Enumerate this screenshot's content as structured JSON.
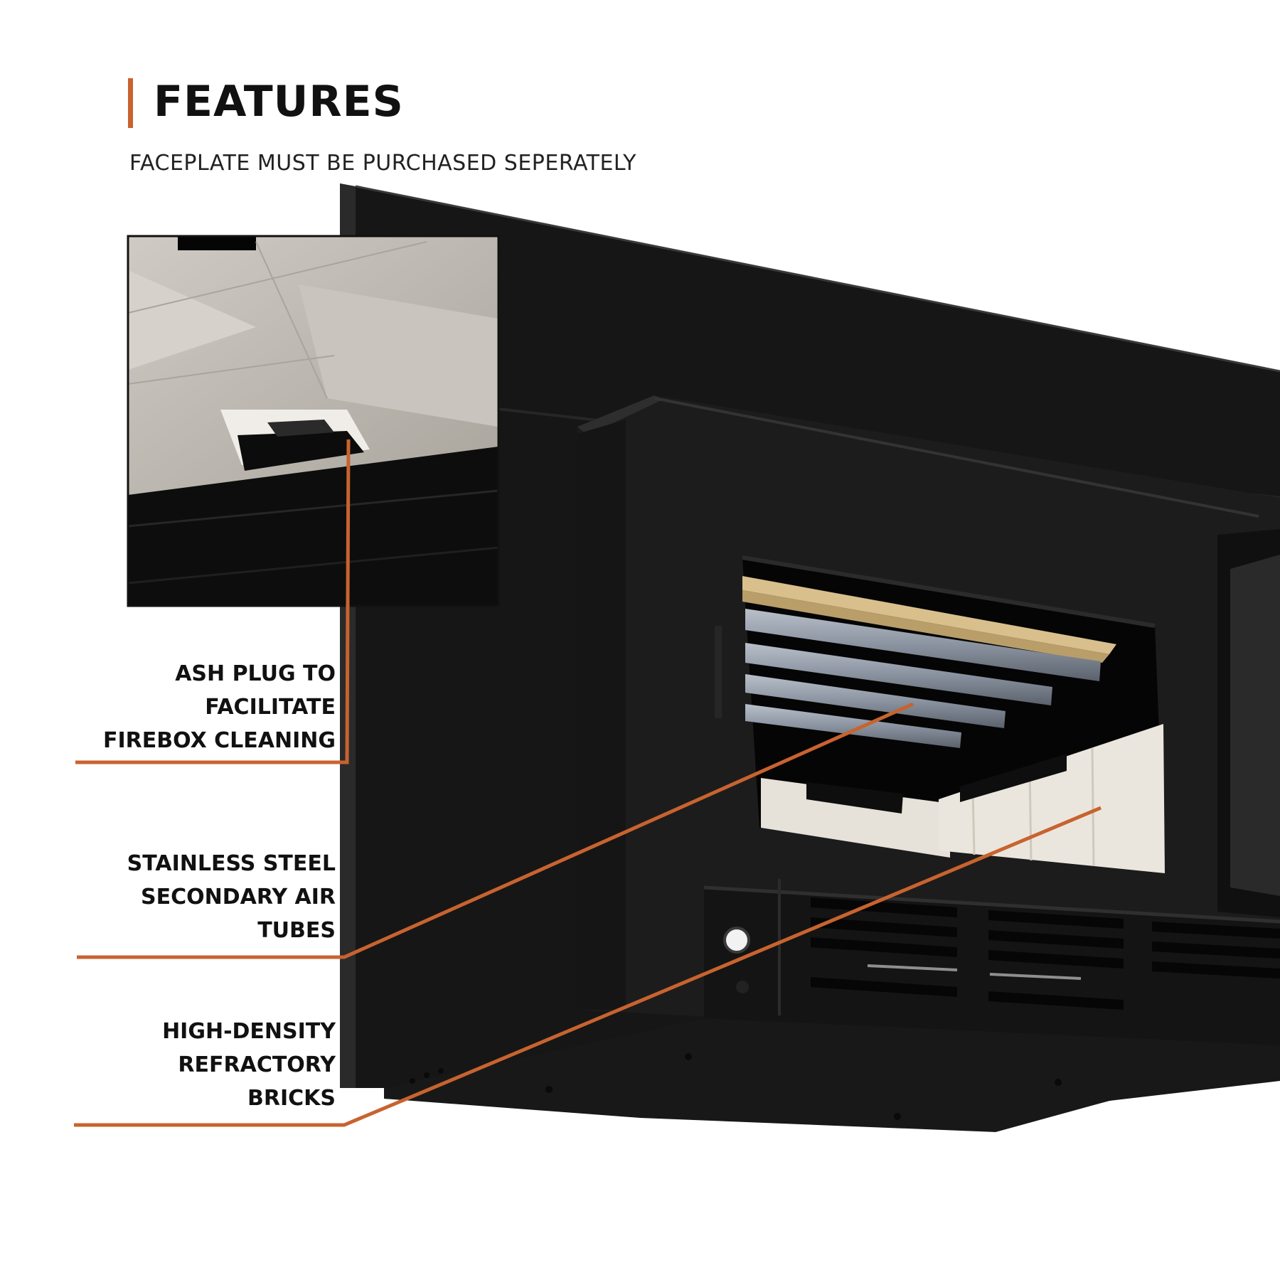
{
  "header": {
    "title": "FEATURES",
    "subtitle": "FACEPLATE MUST BE PURCHASED SEPERATELY"
  },
  "callouts": [
    {
      "id": "ash-plug",
      "text": "ASH PLUG TO\nFACILITATE\nFIREBOX CLEANING"
    },
    {
      "id": "air-tubes",
      "text": "STAINLESS STEEL\nSECONDARY AIR\nTUBES"
    },
    {
      "id": "bricks",
      "text": "HIGH-DENSITY\nREFRACTORY\nBRICKS"
    }
  ],
  "colors": {
    "accent": "#c8632f",
    "text": "#111111",
    "stove_body": "#141414",
    "brick": "#e6e1d9",
    "tube": "#8a93a0",
    "baffle": "#d8bf8c"
  }
}
